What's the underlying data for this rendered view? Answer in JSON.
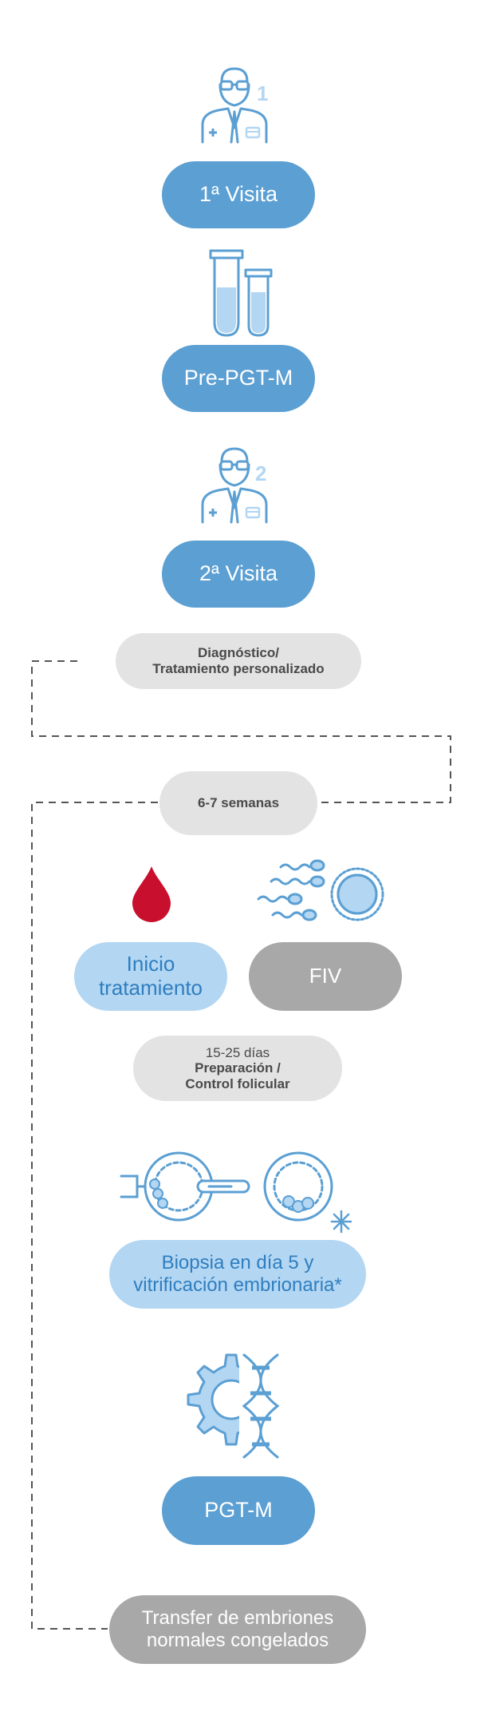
{
  "steps": {
    "visit1": {
      "label": "1ª Visita",
      "icon": "doctor-icon",
      "badge": "1"
    },
    "pre_pgt": {
      "label": "Pre-PGT-M",
      "icon": "test-tubes-icon"
    },
    "visit2": {
      "label": "2ª Visita",
      "icon": "doctor-icon",
      "badge": "2"
    },
    "diagnosis": {
      "line1": "Diagnóstico/",
      "line2": "Tratamiento personalizado"
    },
    "weeks": {
      "label": "6-7 semanas"
    },
    "inicio": {
      "line1": "Inicio",
      "line2": "tratamiento",
      "icon": "blood-drop-icon"
    },
    "fiv": {
      "label": "FIV",
      "icon": "sperm-egg-icon"
    },
    "preparacion": {
      "line1": "15-25 días",
      "line2": "Preparación /",
      "line3": "Control folicular"
    },
    "biopsia": {
      "line1": "Biopsia en día 5 y",
      "line2": "vitrificación embrionaria*",
      "icon": "embryo-biopsy-icon"
    },
    "pgt": {
      "label": "PGT-M",
      "icon": "gear-dna-icon"
    },
    "transfer": {
      "line1": "Transfer de embriones",
      "line2": "normales congelados"
    }
  },
  "colors": {
    "blue": "#5b9fd3",
    "light_blue": "#b3d6f2",
    "light_blue_text": "#2f7ec0",
    "gray": "#a8a8a8",
    "info_gray": "#e3e3e3",
    "red": "#c8102e",
    "line": "#555555"
  }
}
